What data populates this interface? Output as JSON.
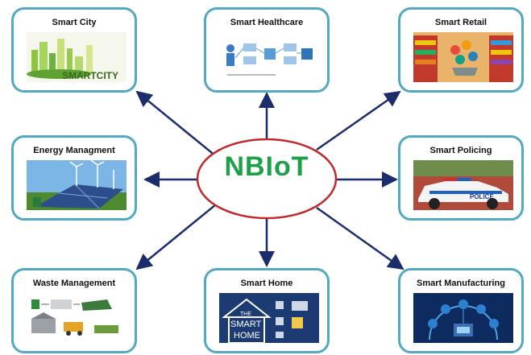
{
  "hub": {
    "label": "NBIoT"
  },
  "nodes": {
    "smart_city": {
      "title": "Smart City",
      "image_text": "SMARTCITY"
    },
    "smart_healthcare": {
      "title": "Smart Healthcare"
    },
    "smart_retail": {
      "title": "Smart Retail"
    },
    "energy_management": {
      "title": "Energy Managment"
    },
    "smart_policing": {
      "title": "Smart Policing",
      "image_text": "POLICE"
    },
    "waste_management": {
      "title": "Waste Management"
    },
    "smart_home": {
      "title": "Smart Home",
      "image_text": [
        "THE",
        "SMART",
        "HOME"
      ]
    },
    "smart_manufacturing": {
      "title": "Smart Manufacturing"
    }
  },
  "colors": {
    "box_border": "#53a9c2",
    "arrow": "#1b2e6b",
    "hub_border": "#c0282b",
    "hub_text": "#1ea04a"
  }
}
